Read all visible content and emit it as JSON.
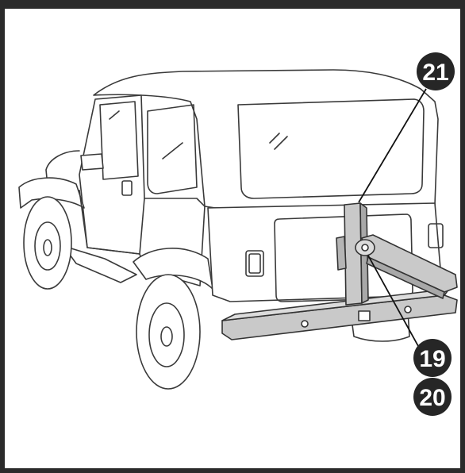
{
  "callouts": {
    "top": "21",
    "middle": "19",
    "bottom": "20"
  },
  "colors": {
    "frame": "#2b2b2b",
    "outline": "#3a3a3a",
    "bracket_fill": "#c9c9c9",
    "bracket_stroke": "#333333",
    "callout_bg": "#262626",
    "callout_text": "#ffffff"
  }
}
